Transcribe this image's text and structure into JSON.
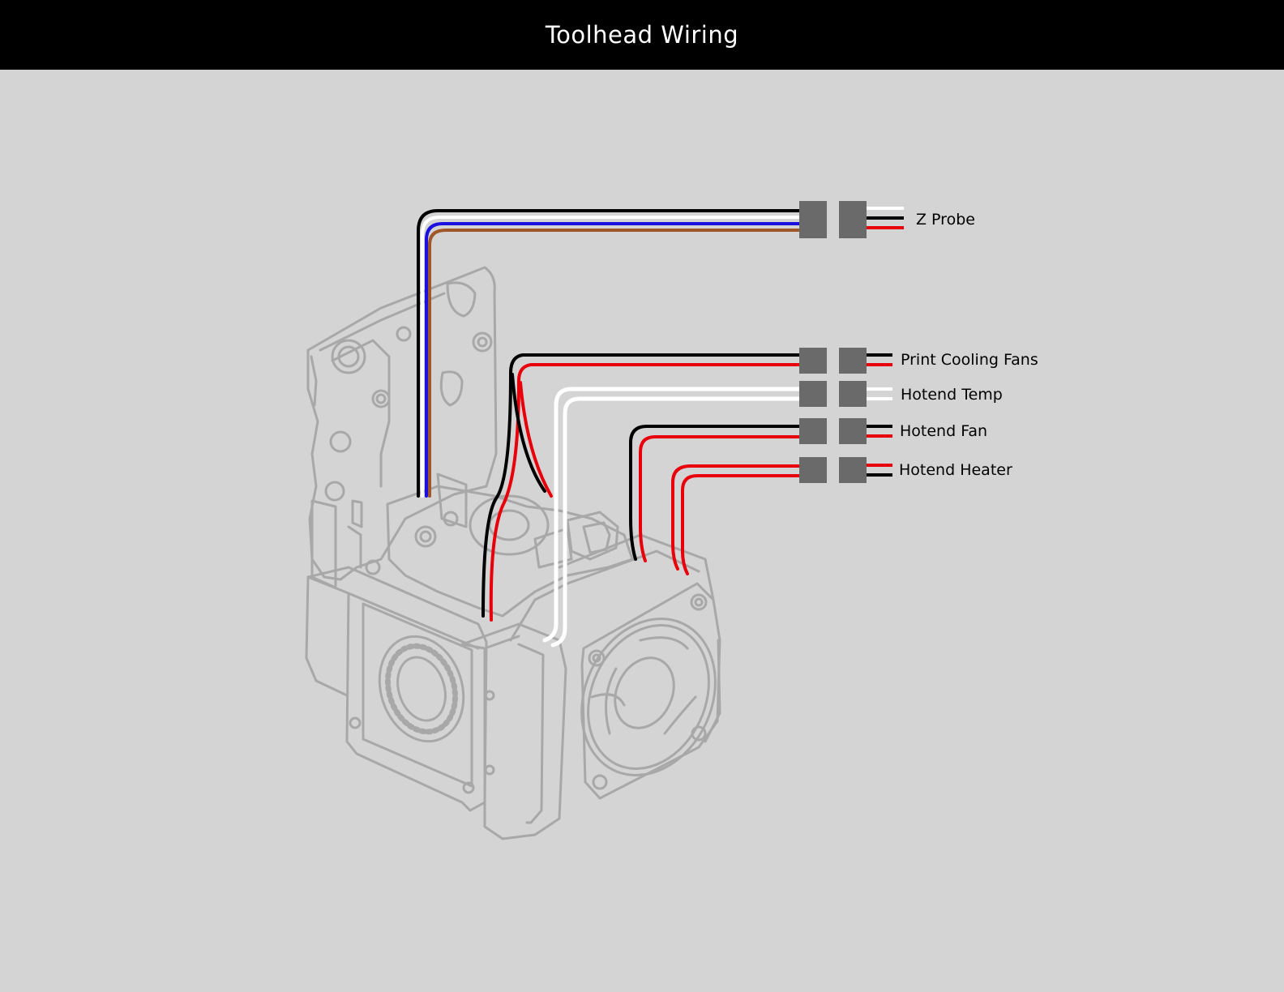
{
  "header": {
    "title": "Toolhead Wiring"
  },
  "colors": {
    "background": "#d4d4d4",
    "header_bg": "#000000",
    "outline": "#a8a8a8",
    "connector": "#6a6a6a",
    "wire_black": "#000000",
    "wire_red": "#e8000b",
    "wire_white": "#ffffff",
    "wire_blue": "#1a10e0",
    "wire_brown": "#a0582a"
  },
  "connections": [
    {
      "label": "Z Probe",
      "wires": [
        "white",
        "black",
        "red"
      ],
      "harness_wires": [
        "black",
        "white",
        "blue",
        "brown"
      ]
    },
    {
      "label": "Print Cooling Fans",
      "wires": [
        "black",
        "red"
      ]
    },
    {
      "label": "Hotend Temp",
      "wires": [
        "white",
        "white"
      ]
    },
    {
      "label": "Hotend Fan",
      "wires": [
        "black",
        "red"
      ]
    },
    {
      "label": "Hotend Heater",
      "wires": [
        "red",
        "black"
      ]
    }
  ]
}
